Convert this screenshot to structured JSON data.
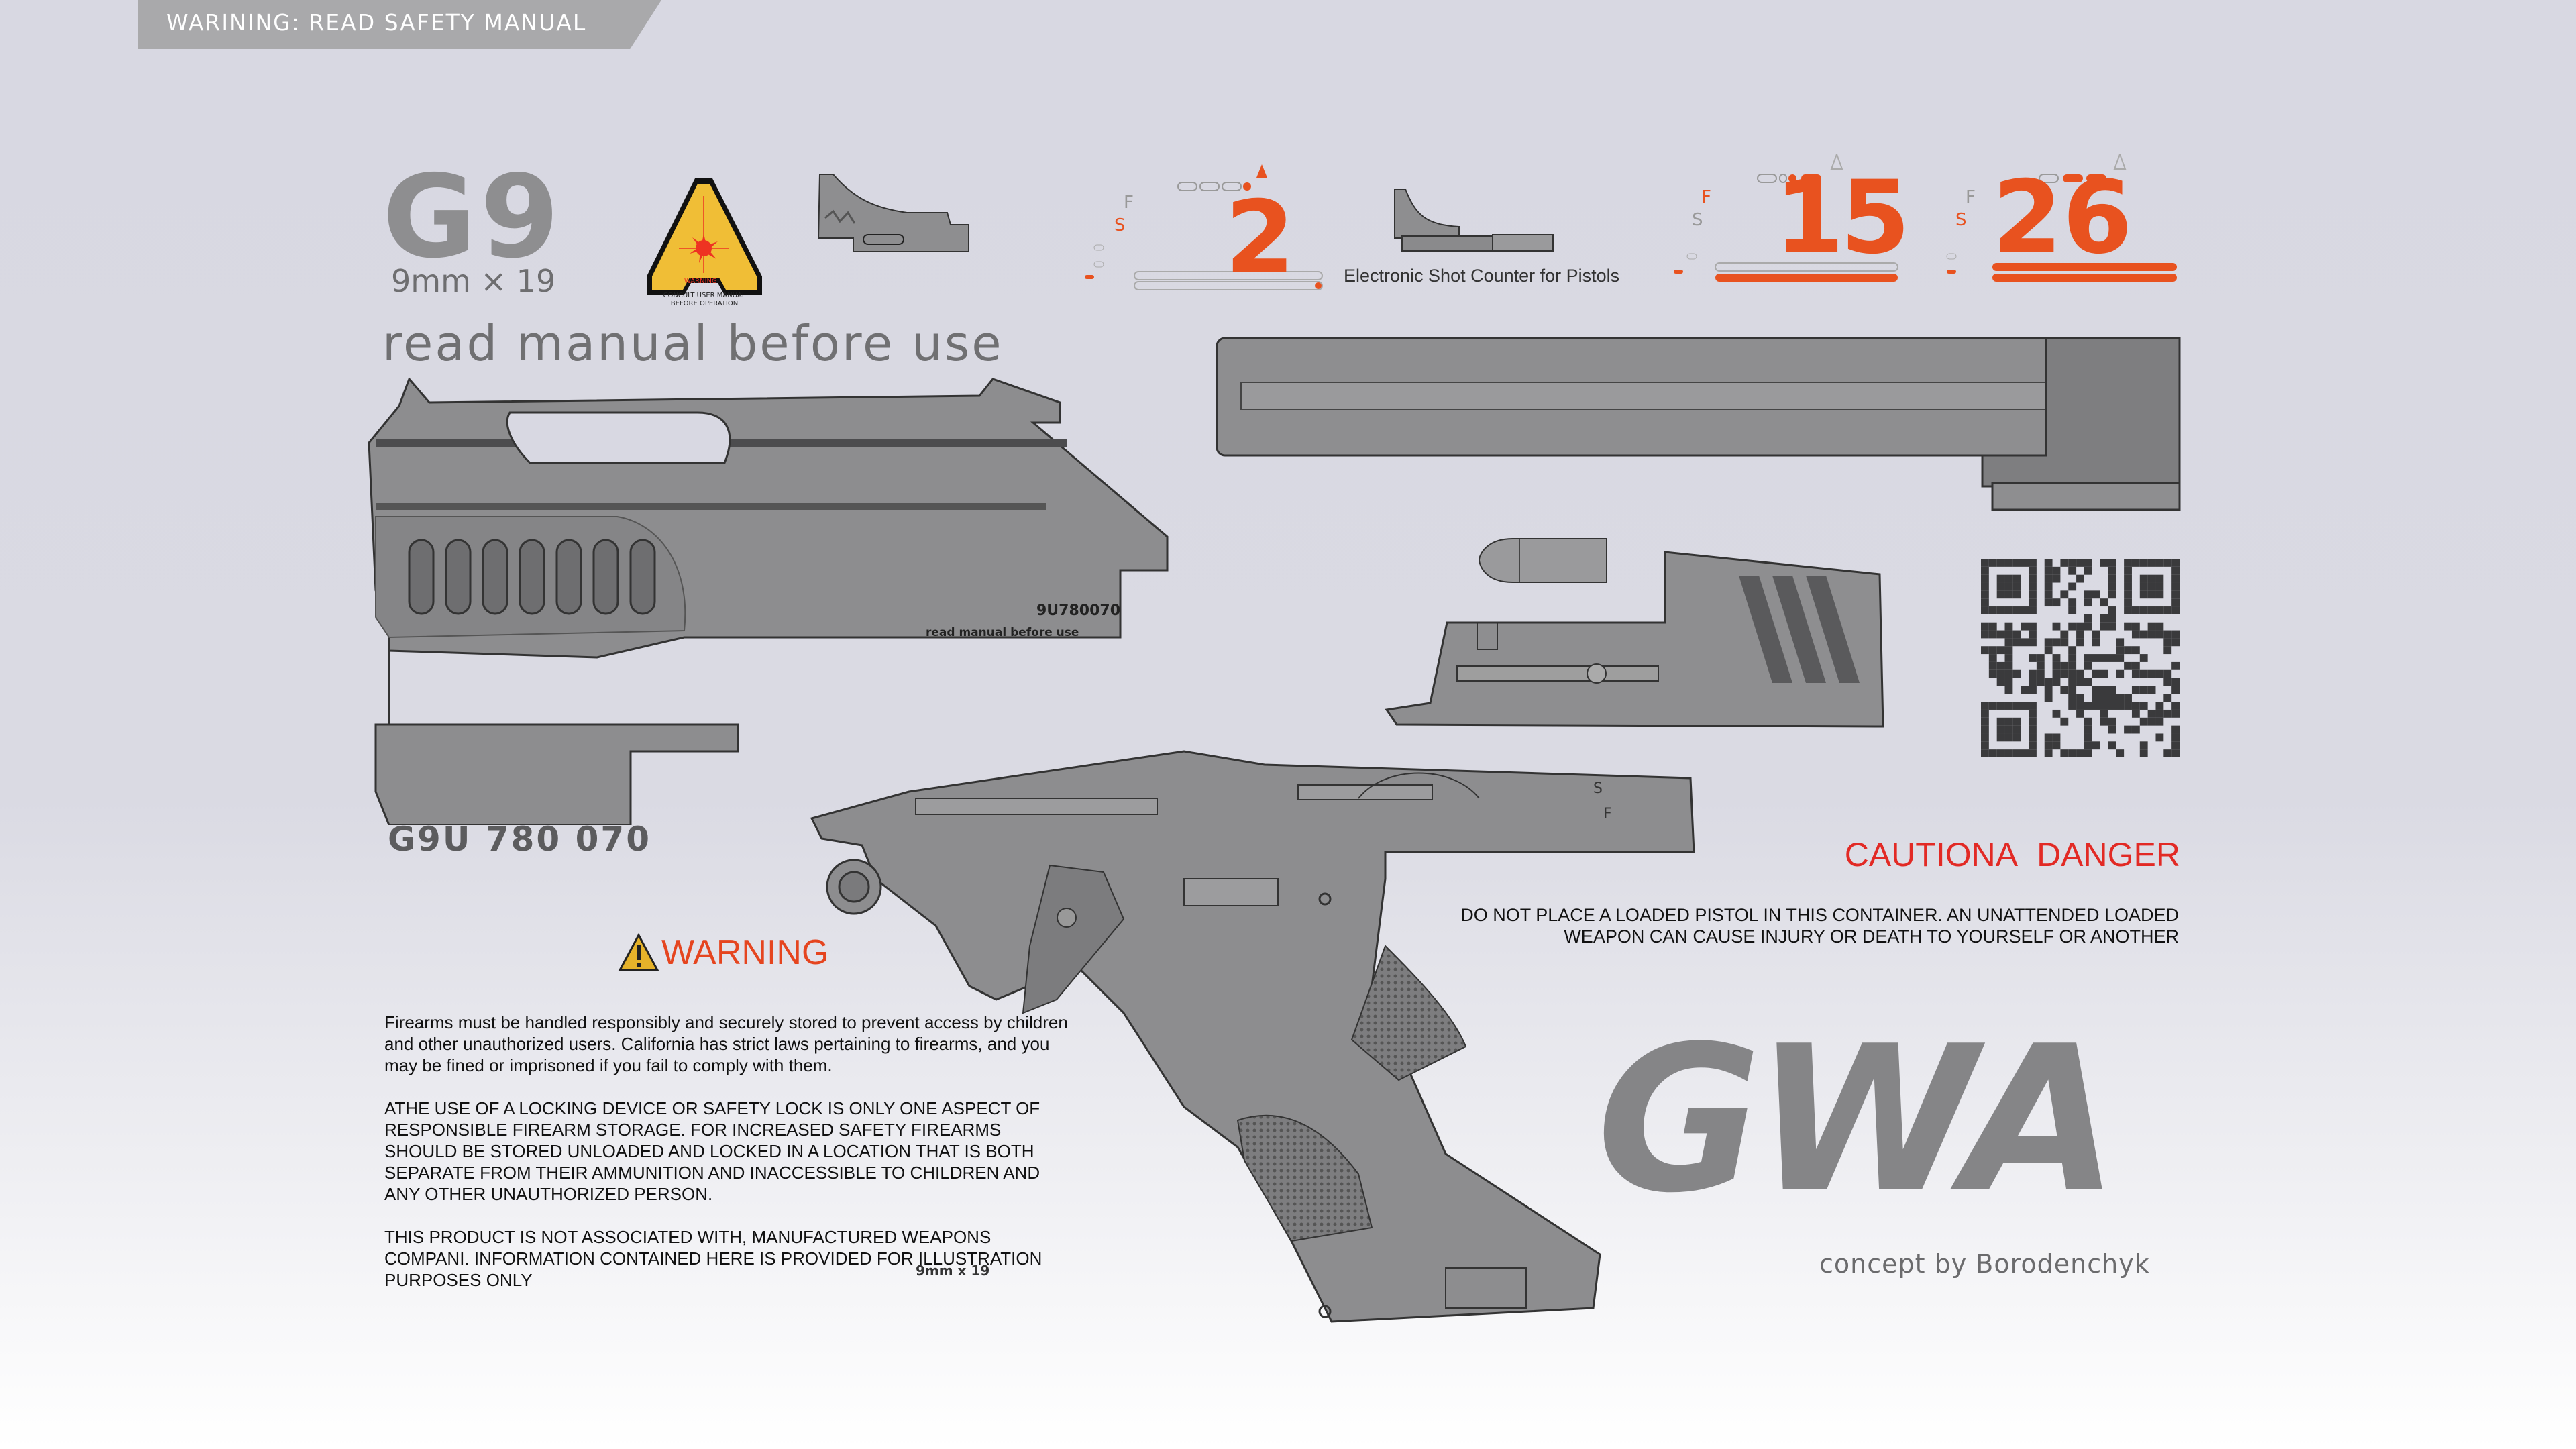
{
  "banner": {
    "text": "WARINING: READ SAFETY MANUAL"
  },
  "header": {
    "model": "G9",
    "caliber": "9mm × 19",
    "tagline": "read manual  before use"
  },
  "warning_logo": {
    "title": "WARNING",
    "line1": "CONCULT USER MANUAL",
    "line2": "BEFORE OPERATION"
  },
  "slide": {
    "serial": "G9U 780 070",
    "engraved_serial": "9U780070",
    "engraved_text": "read manual  before use"
  },
  "counters": [
    {
      "value": "2",
      "mode_labels": [
        "S",
        "F"
      ]
    },
    {
      "value": "15",
      "mode_labels": [
        "S",
        "F"
      ]
    },
    {
      "value": "26",
      "mode_labels": [
        "S",
        "F"
      ]
    }
  ],
  "shot_counter": {
    "label": "Electronic Shot Counter for Pistols"
  },
  "frame": {
    "engraving": "9mm x 19",
    "mode_labels": [
      "S",
      "F"
    ]
  },
  "caution": {
    "left": "CAUTIONA",
    "right": "DANGER",
    "text": "DO NOT PLACE A LOADED PISTOL IN THIS CONTAINER. AN UNATTENDED LOADED WEAPON CAN CAUSE INJURY OR DEATH TO YOURSELF OR ANOTHER"
  },
  "warning": {
    "heading": "WARNING",
    "paragraphs": [
      "Firearms must be handled responsibly and securely stored to prevent access by children and other unauthorized users. California has strict laws pertaining to firearms, and you may be fined or imprisoned if you fail to comply with them.",
      "ATHE USE OF A LOCKING DEVICE OR SAFETY LOCK IS ONLY ONE ASPECT OF RESPONSIBLE FIREARM STORAGE. FOR INCREASED SAFETY FIREARMS SHOULD BE STORED UNLOADED AND LOCKED IN A LOCATION THAT IS BOTH SEPARATE FROM THEIR AMMUNITION AND INACCESSIBLE TO CHILDREN AND ANY OTHER UNAUTHORIZED PERSON.",
      "THIS PRODUCT IS NOT ASSOCIATED WITH, MANUFACTURED WEAPONS COMPANI. INFORMATION CONTAINED HERE IS PROVIDED FOR ILLUSTRATION PURPOSES ONLY"
    ]
  },
  "brand": {
    "logo_text": "GWA",
    "credit": "concept by Borodenchyk"
  },
  "colors": {
    "accent": "#e8521f",
    "danger": "#e22a25",
    "metal": "#8e8e90",
    "warning_yellow": "#f0be36"
  }
}
